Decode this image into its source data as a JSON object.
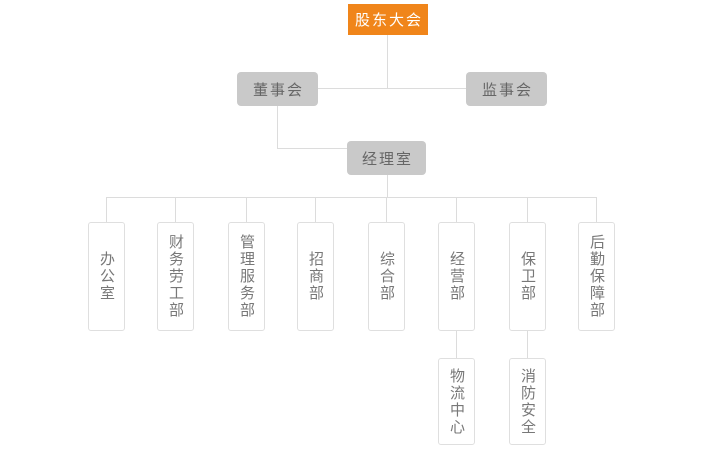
{
  "diagram": {
    "type": "org-chart",
    "root": {
      "label": "股东大会"
    },
    "level2": [
      {
        "label": "董事会",
        "parent": "股东大会"
      },
      {
        "label": "监事会",
        "parent": "股东大会"
      }
    ],
    "level3": {
      "label": "经理室",
      "parent": "董事会"
    },
    "departments": [
      {
        "label": "办公室",
        "parent": "经理室"
      },
      {
        "label": "财务劳工部",
        "parent": "经理室"
      },
      {
        "label": "管理服务部",
        "parent": "经理室"
      },
      {
        "label": "招商部",
        "parent": "经理室"
      },
      {
        "label": "综合部",
        "parent": "经理室"
      },
      {
        "label": "经营部",
        "parent": "经理室"
      },
      {
        "label": "保卫部",
        "parent": "经理室"
      },
      {
        "label": "后勤保障部",
        "parent": "经理室"
      }
    ],
    "subdepartments": [
      {
        "label": "物流中心",
        "parent": "经营部"
      },
      {
        "label": "消防安全",
        "parent": "保卫部"
      }
    ]
  },
  "colors": {
    "root_bg": "#f0851a",
    "root_text": "#ffffff",
    "node_bg": "#c9c9c9",
    "node_text": "#666666",
    "leaf_bg": "#ffffff",
    "leaf_border": "#dfdfdf",
    "leaf_text": "#787878",
    "line": "#dcdcdc"
  }
}
